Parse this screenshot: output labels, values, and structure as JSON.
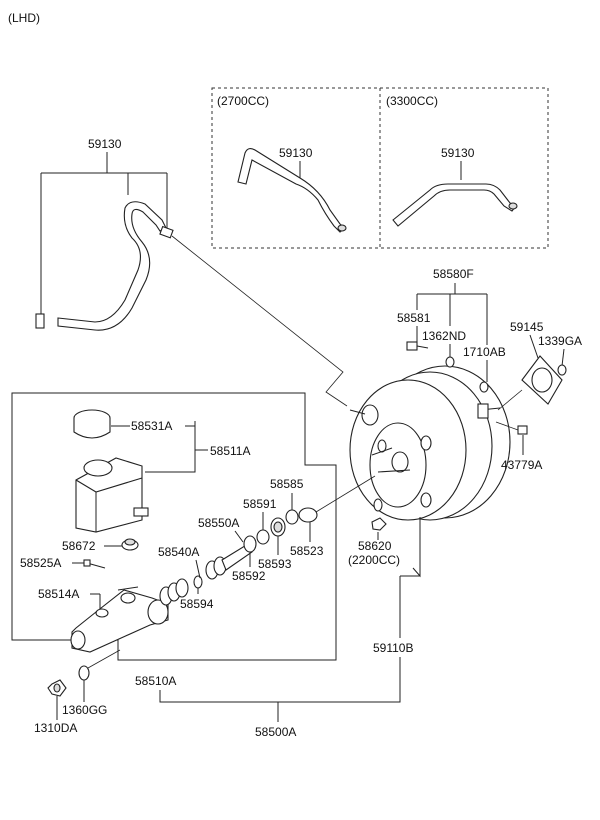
{
  "header": {
    "variant": "(LHD)"
  },
  "variants": {
    "v2700": "(2700CC)",
    "v3300": "(3300CC)",
    "v2200": "(2200CC)"
  },
  "parts": {
    "p59130_main": "59130",
    "p59130_2700": "59130",
    "p59130_3300": "59130",
    "p58580F": "58580F",
    "p58581": "58581",
    "p1362ND": "1362ND",
    "p1710AB": "1710AB",
    "p59145": "59145",
    "p1339GA": "1339GA",
    "p43779A": "43779A",
    "p58531A": "58531A",
    "p58511A": "58511A",
    "p58585": "58585",
    "p58591": "58591",
    "p58550A": "58550A",
    "p58523": "58523",
    "p58593": "58593",
    "p58592": "58592",
    "p58672": "58672",
    "p58540A": "58540A",
    "p58525A": "58525A",
    "p58514A": "58514A",
    "p58594": "58594",
    "p58620": "58620",
    "p59110B": "59110B",
    "p58510A": "58510A",
    "p1360GG": "1360GG",
    "p1310DA": "1310DA",
    "p58500A": "58500A"
  }
}
